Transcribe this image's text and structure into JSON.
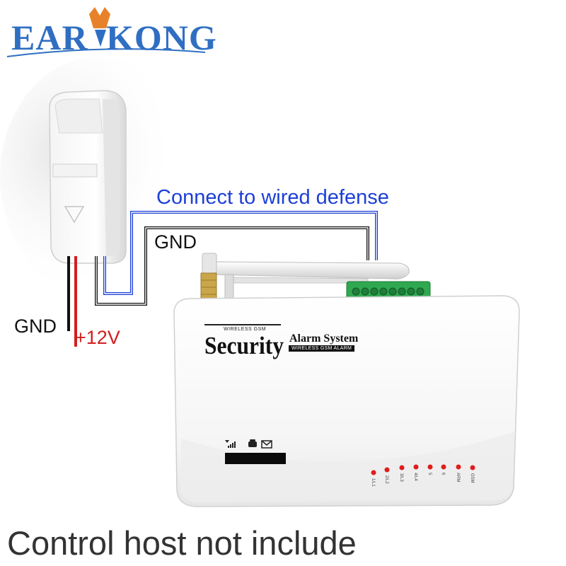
{
  "brand": {
    "left_text": "EAR",
    "right_text": "KONG",
    "color": "#2f6fc2",
    "accent": "#e8822a"
  },
  "labels": {
    "connect": "Connect to wired defense",
    "gnd_top": "GND",
    "gnd_left": "GND",
    "power": "+12V"
  },
  "panel": {
    "logo_main": "Security",
    "logo_wireless_gsm": "WIRELESS GSM",
    "logo_sub": "Alarm System",
    "logo_badge": "WIRELESS GSM ALARM",
    "status_icons": [
      "signal-icon",
      "phone-icon",
      "envelope-icon"
    ],
    "led_labels": [
      "1/L1",
      "2/L2",
      "3/L3",
      "4/L4",
      "5",
      "6",
      "ARM",
      "GSM"
    ]
  },
  "wire_colors": {
    "signal": "#1c3fd6",
    "ground": "#111111",
    "power": "#d21f1f"
  },
  "caption": "Control host not include"
}
